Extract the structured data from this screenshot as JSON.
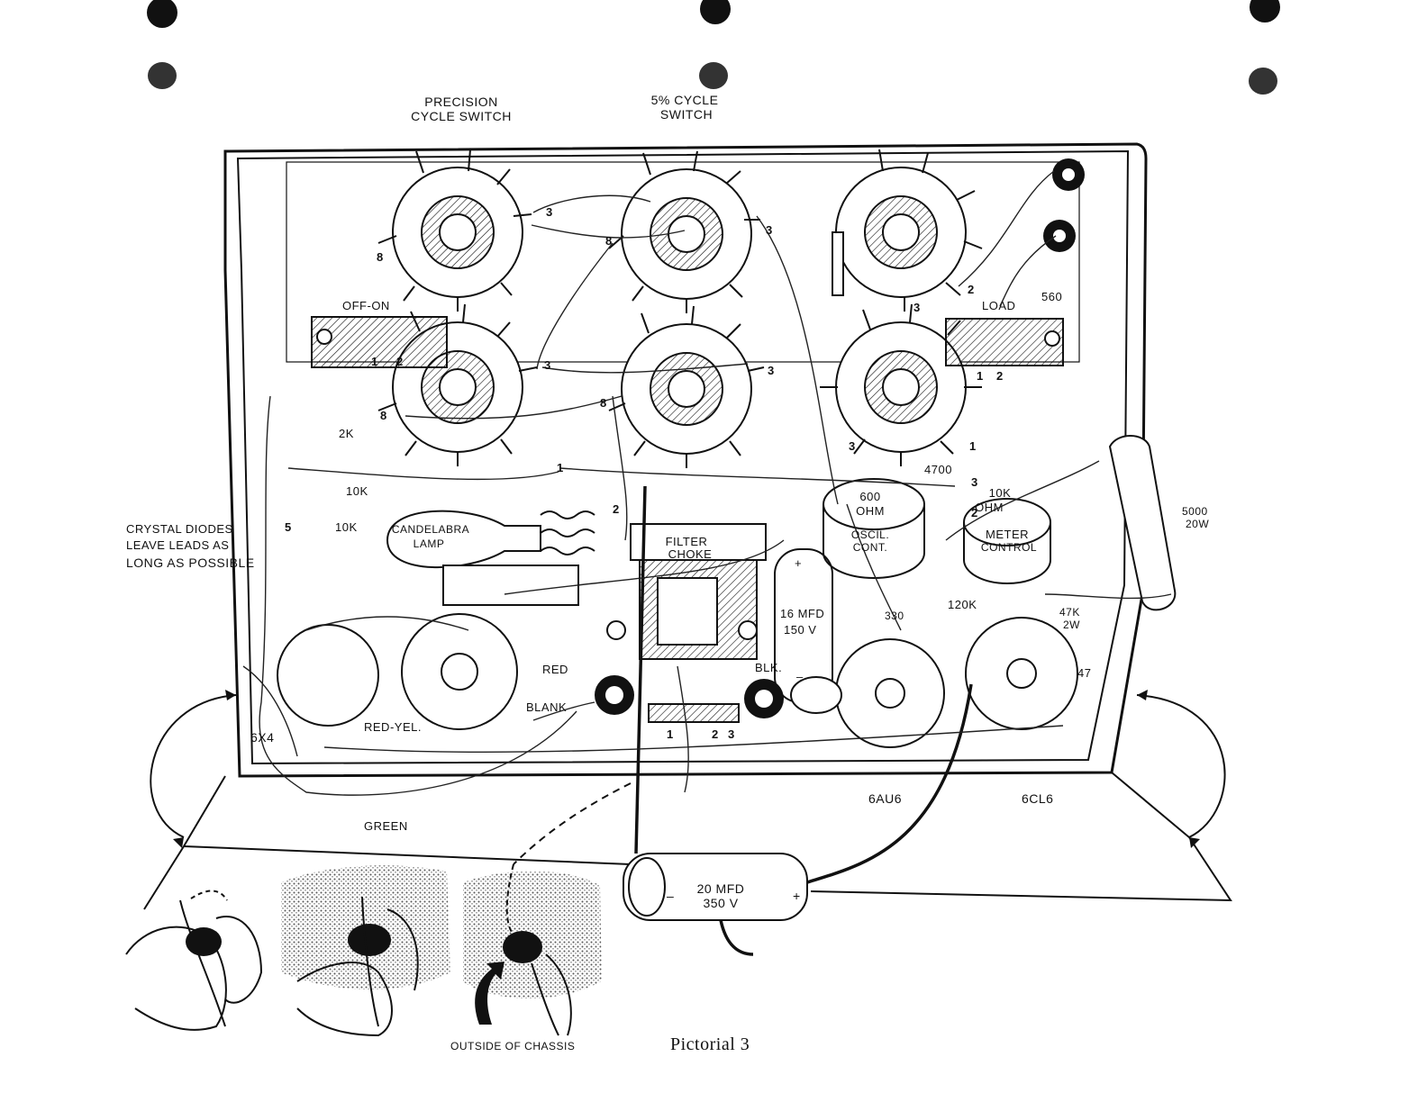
{
  "labels": {
    "precision_cycle_switch_line1": "PRECISION",
    "precision_cycle_switch_line2": "CYCLE SWITCH",
    "five_percent_switch_line1": "5% CYCLE",
    "five_percent_switch_line2": "SWITCH",
    "off_on": "OFF-ON",
    "load": "LOAD",
    "r560": "560",
    "r2k": "2K",
    "r10k_a": "10K",
    "r10k_b": "10K",
    "crystal_line1": "CRYSTAL DIODES",
    "crystal_line2": "LEAVE LEADS AS",
    "crystal_line3": "LONG AS POSSIBLE",
    "lamp_line1": "CANDELABRA",
    "lamp_line2": "LAMP",
    "filter_choke_line1": "FILTER",
    "filter_choke_line2": "CHOKE",
    "cap16_line1": "16 MFD",
    "cap16_line2": "150 V",
    "pot600_line1": "600",
    "pot600_line2": "OHM",
    "pot600_line3": "OSCIL.",
    "pot600_line4": "CONT.",
    "pot10k_line1": "10K",
    "pot10k_line2": "OHM",
    "meter_line1": "METER",
    "meter_line2": "CONTROL",
    "r4700": "4700",
    "r5000_line1": "5000",
    "r5000_line2": "20W",
    "r330": "330",
    "r120k": "120K",
    "r47k_line1": "47K",
    "r47k_line2": "2W",
    "r47": "47",
    "red": "RED",
    "blank": "BLANK",
    "red_yel": "RED-YEL.",
    "blk": "BLK.",
    "green": "GREEN",
    "tube_6x4": "6X4",
    "tube_6au6": "6AU6",
    "tube_6cl6": "6CL6",
    "cap20_line1": "20 MFD",
    "cap20_line2": "350 V",
    "plus": "+",
    "minus": "–",
    "outside_chassis": "OUTSIDE OF CHASSIS",
    "caption": "Pictorial 3",
    "pin_8": "8",
    "pin_3": "3",
    "pin_2": "2",
    "pin_1": "1",
    "pin_5": "5"
  }
}
